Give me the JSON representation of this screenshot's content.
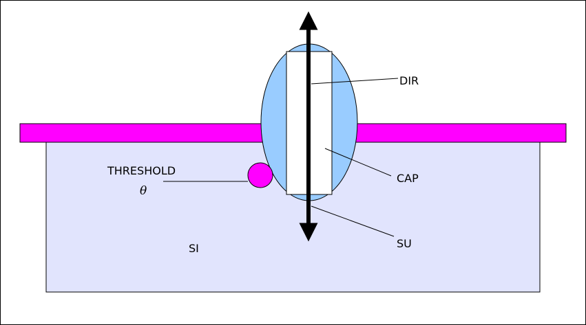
{
  "labels": {
    "dir": "DIR",
    "cap": "CAP",
    "su": "SU",
    "threshold": "THRESHOLD",
    "theta": "θ",
    "si": "SI"
  },
  "colors": {
    "border": "#000000",
    "substrate": "#e1e4fd",
    "surface_layer": "#ff00ff",
    "droplet": "#99ccff",
    "pillar": "#ffffff",
    "particle": "#ff00ff",
    "arrow": "#000000"
  }
}
